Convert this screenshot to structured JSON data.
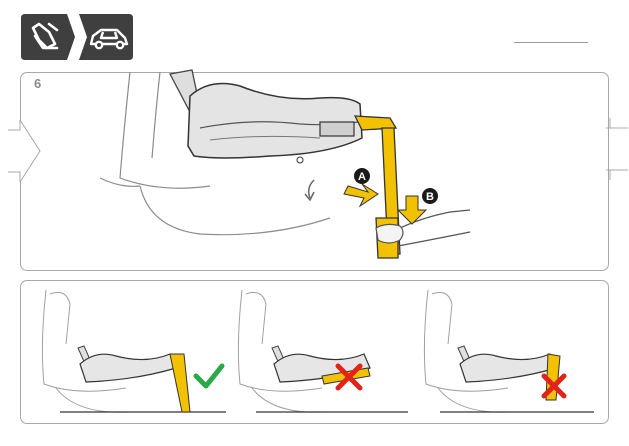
{
  "step": {
    "number": "6"
  },
  "header": {
    "icons": [
      "car-seat-base-icon",
      "car-icon"
    ]
  },
  "callouts": {
    "a": "A",
    "b": "B"
  },
  "results": [
    {
      "status": "correct",
      "icon": "check-icon"
    },
    {
      "status": "incorrect",
      "icon": "cross-icon"
    },
    {
      "status": "incorrect",
      "icon": "cross-icon"
    }
  ],
  "colors": {
    "accent": "#f2c200",
    "panel_border": "#a8a8a8",
    "icon_bg": "#3f3f3f",
    "check": "#2aa84a",
    "cross": "#e2231a"
  }
}
